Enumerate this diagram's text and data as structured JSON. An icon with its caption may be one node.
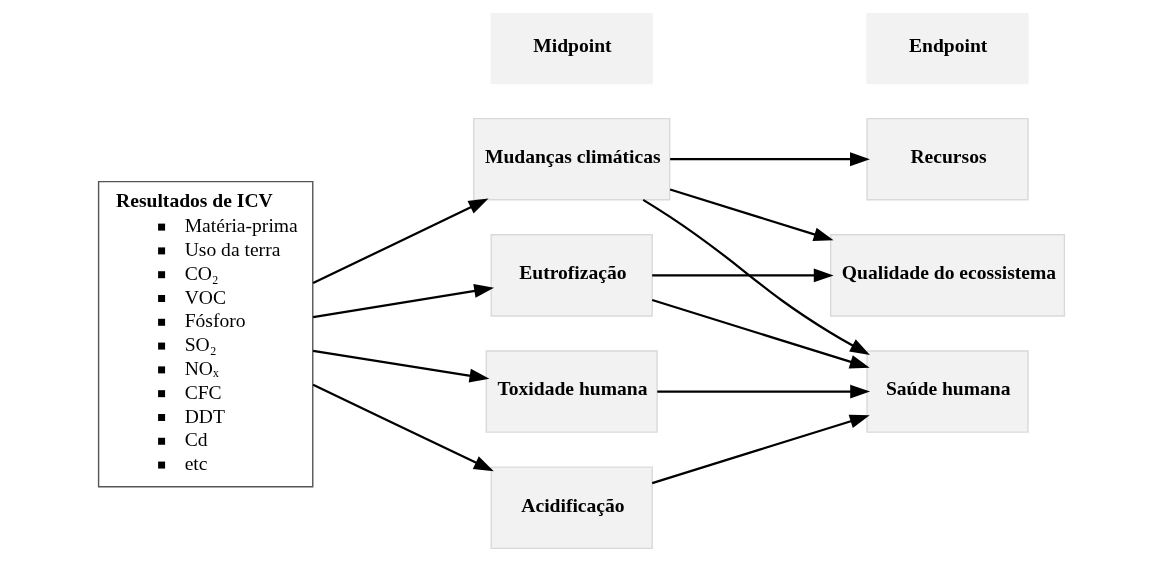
{
  "diagram": {
    "nodes": [
      {
        "text": [
          "Midpoint"
        ]
      },
      {
        "text": [
          "Endpoint"
        ]
      },
      {
        "text": [
          "Resultados de ICV",
          "Matéria-prima",
          "Uso da terra",
          "CO₂",
          "VOC",
          "Fósforo",
          "SO₂",
          "NOₓ",
          "CFC",
          "DDT",
          "Cd",
          "etc"
        ]
      },
      {
        "text": [
          "Mudanças climáticas"
        ]
      },
      {
        "text": [
          "Acidificação"
        ]
      },
      {
        "text": [
          "Toxidade humana"
        ]
      },
      {
        "text": [
          "Eutrofização"
        ]
      },
      {
        "text": [
          "Saúde humana"
        ]
      },
      {
        "text": [
          "Qualidade do ecossistema"
        ]
      },
      {
        "text": [
          "Recursos"
        ]
      }
    ],
    "edges": [
      {
        "from": 2,
        "to": 3,
        "arrow": "to"
      },
      {
        "from": 2,
        "to": 4,
        "arrow": "to"
      },
      {
        "from": 2,
        "to": 5,
        "arrow": "to"
      },
      {
        "from": 2,
        "to": 6,
        "arrow": "to"
      },
      {
        "from": 3,
        "to": 7,
        "arrow": "to"
      },
      {
        "from": 3,
        "to": 8,
        "arrow": "to"
      },
      {
        "from": 3,
        "to": 9,
        "arrow": "to"
      },
      {
        "from": 4,
        "to": 7,
        "arrow": "to"
      },
      {
        "from": 5,
        "to": 7,
        "arrow": "to"
      },
      {
        "from": 6,
        "to": 7,
        "arrow": "to"
      },
      {
        "from": 6,
        "to": 8,
        "arrow": "to"
      }
    ]
  }
}
